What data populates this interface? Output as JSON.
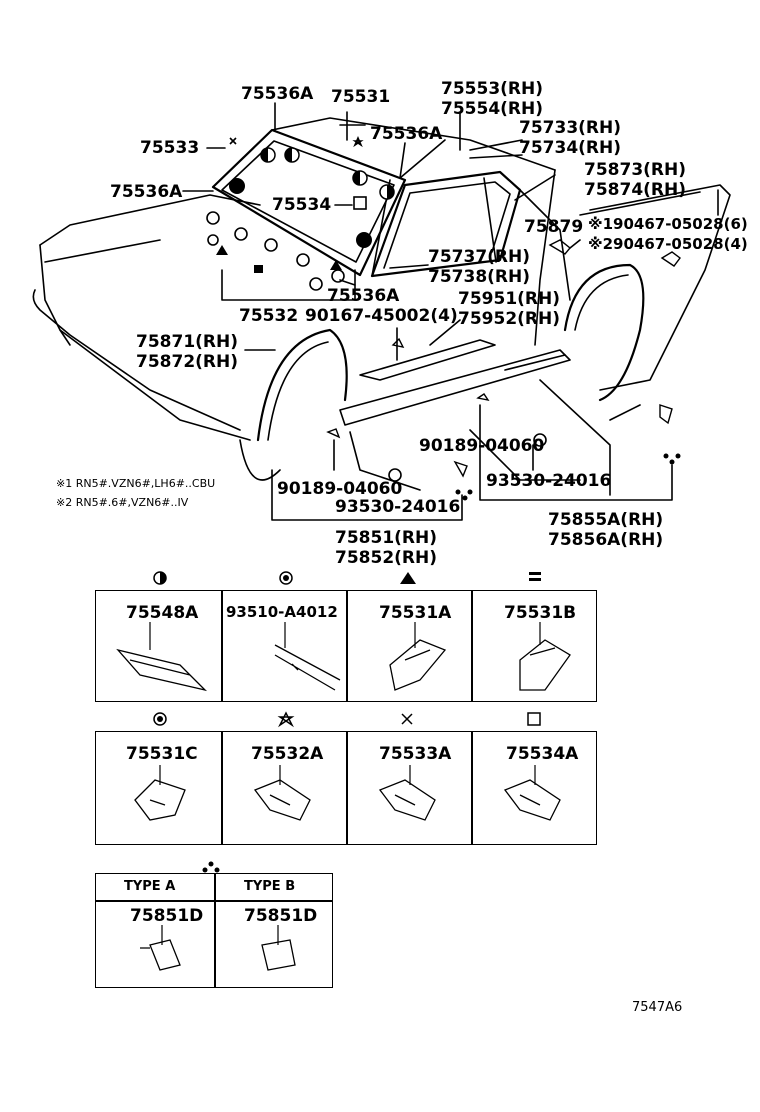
{
  "figure_code": "7547A6",
  "notes": [
    "※1 RN5#.VZN6#,LH6#..CBU",
    "※2 RN5#.6#,VZN6#..IV"
  ],
  "labels": {
    "l75536A_top": "75536A",
    "l75531": "75531",
    "l75533": "75533",
    "l75536A_right": "75536A",
    "l75536A_left": "75536A",
    "l75534": "75534",
    "l75536A_bottom": "75536A",
    "l75532": "75532",
    "l90167": "90167-45002(4)",
    "l75553": "75553(RH)",
    "l75554": "75554(RH)",
    "l75733": "75733(RH)",
    "l75734": "75734(RH)",
    "l75873": "75873(RH)",
    "l75874": "75874(RH)",
    "l75879": "75879",
    "l90467_1": "※190467-05028(6)",
    "l90467_2": "※290467-05028(4)",
    "l75737": "75737(RH)",
    "l75738": "75738(RH)",
    "l75951": "75951(RH)",
    "l75952": "75952(RH)",
    "l75871": "75871(RH)",
    "l75872": "75872(RH)",
    "l90189_right": "90189-04060",
    "l93530_right": "93530-24016",
    "l90189_left": "90189-04060",
    "l93530_left": "93530-24016",
    "l75855A": "75855A(RH)",
    "l75856A": "75856A(RH)",
    "l75851": "75851(RH)",
    "l75852": "75852(RH)"
  },
  "clip_table_row1": [
    "75548A",
    "93510-A4012",
    "75531A",
    "75531B"
  ],
  "clip_table_row2": [
    "75531C",
    "75532A",
    "75533A",
    "75534A"
  ],
  "type_table": {
    "headers": [
      "TYPE A",
      "TYPE B"
    ],
    "parts": [
      "75851D",
      "75851D"
    ]
  }
}
